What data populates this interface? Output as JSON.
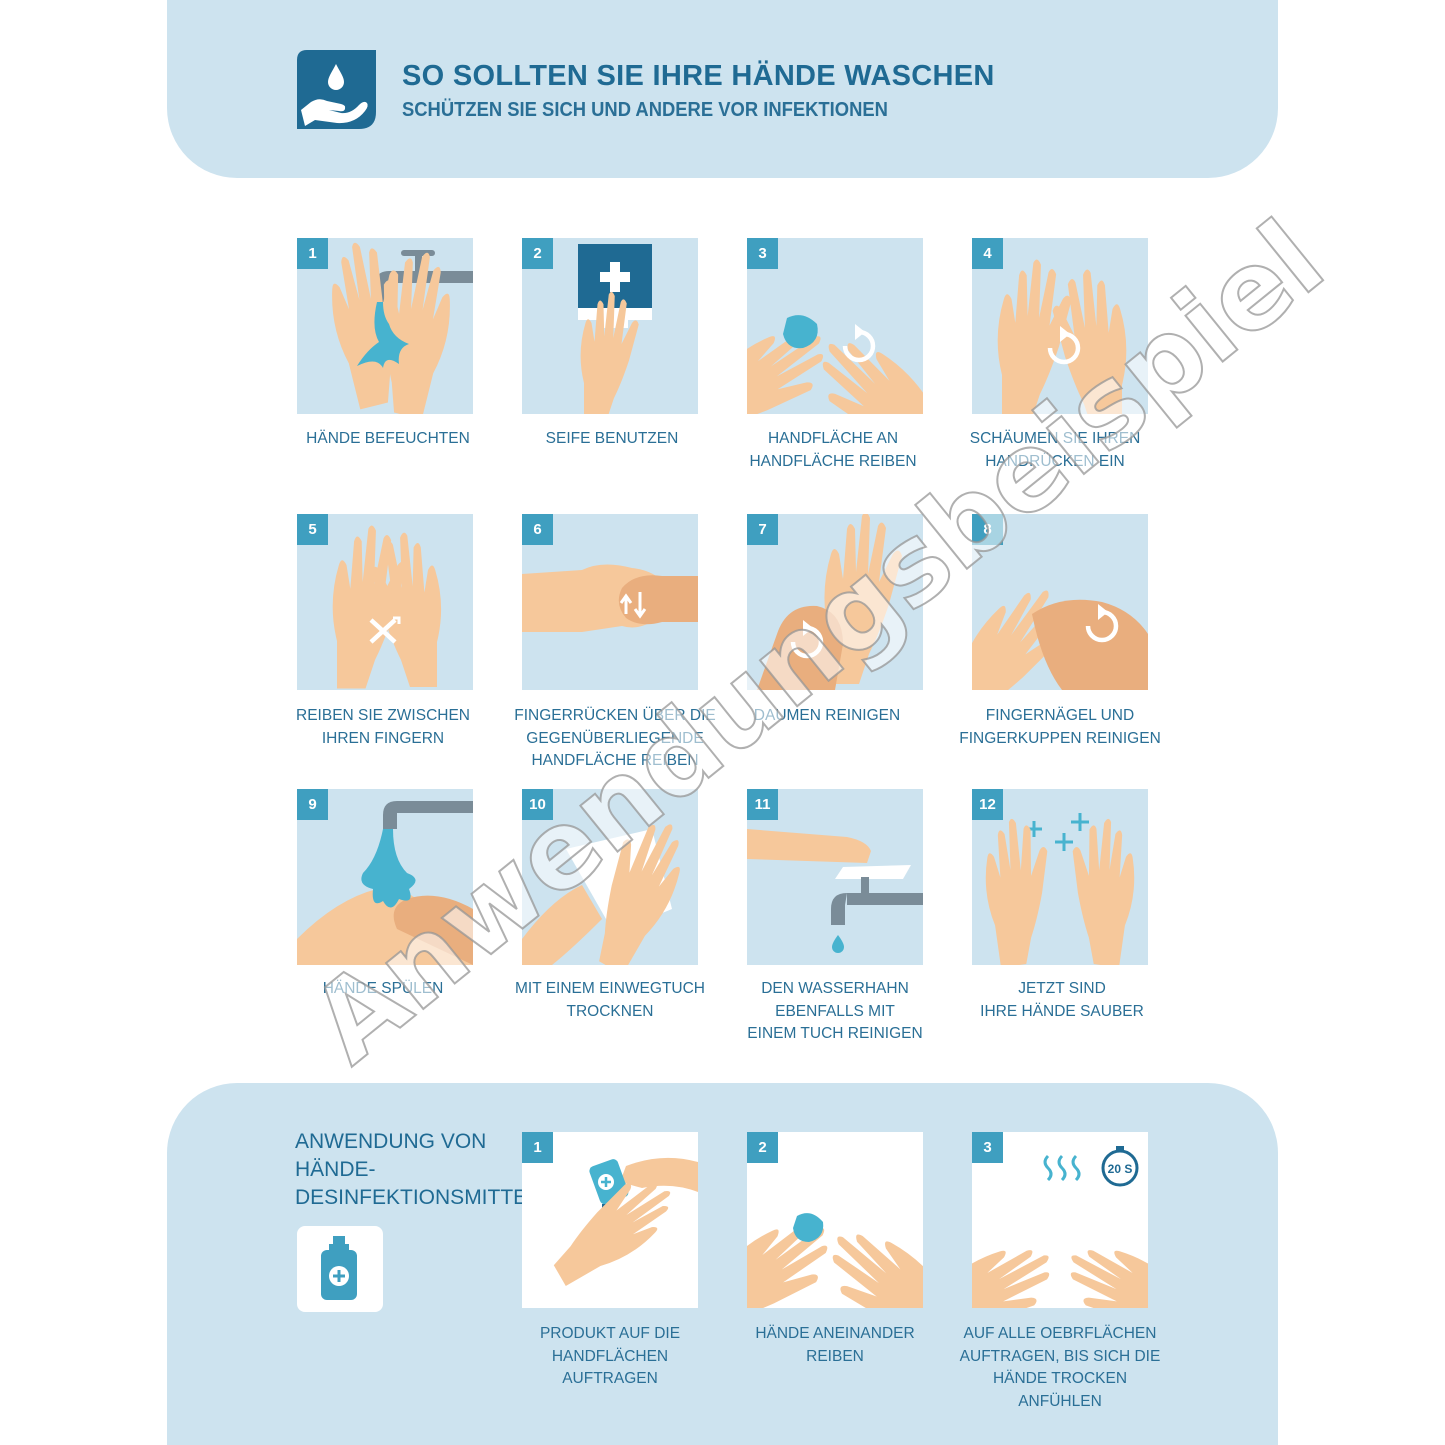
{
  "header": {
    "title": "SO SOLLTEN SIE IHRE HÄNDE WASCHEN",
    "subtitle": "SCHÜTZEN SIE SICH UND ANDERE VOR INFEKTIONEN",
    "icon": "hand-drop-icon"
  },
  "steps": [
    {
      "number": "1",
      "caption": "HÄNDE BEFEUCHTEN",
      "icon": "faucet-hands-icon"
    },
    {
      "number": "2",
      "caption": "SEIFE BENUTZEN",
      "icon": "soap-dispenser-icon"
    },
    {
      "number": "3",
      "caption": "HANDFLÄCHE AN\nHANDFLÄCHE REIBEN",
      "icon": "palm-rub-icon"
    },
    {
      "number": "4",
      "caption": "SCHÄUMEN SIE IHREN\nHANDRÜCKEN EIN",
      "icon": "back-of-hand-icon"
    },
    {
      "number": "5",
      "caption": "REIBEN SIE ZWISCHEN\nIHREN FINGERN",
      "icon": "interlaced-fingers-icon"
    },
    {
      "number": "6",
      "caption": "FINGERRÜCKEN ÜBER DIE\nGEGENÜBERLIEGENDE\nHANDFLÄCHE REIBEN",
      "icon": "knuckles-icon"
    },
    {
      "number": "7",
      "caption": "DAUMEN REINIGEN",
      "icon": "thumb-icon"
    },
    {
      "number": "8",
      "caption": "FINGERNÄGEL UND\nFINGERKUPPEN REINIGEN",
      "icon": "fingertips-icon"
    },
    {
      "number": "9",
      "caption": "HÄNDE SPÜLEN",
      "icon": "rinse-icon"
    },
    {
      "number": "10",
      "caption": "MIT EINEM EINWEGTUCH\nTROCKNEN",
      "icon": "towel-icon"
    },
    {
      "number": "11",
      "caption": "DEN WASSERHAHN\nEBENFALLS MIT\nEINEM TUCH REINIGEN",
      "icon": "faucet-towel-icon"
    },
    {
      "number": "12",
      "caption": "JETZT SIND\nIHRE HÄNDE SAUBER",
      "icon": "clean-hands-icon"
    }
  ],
  "disinfection": {
    "title": "ANWENDUNG VON\nHÄNDE-\nDESINFEKTIONSMITTEL",
    "icon": "sanitizer-bottle-icon",
    "steps": [
      {
        "number": "1",
        "caption": "PRODUKT AUF DIE\nHANDFLÄCHEN AUFTRAGEN",
        "icon": "pour-sanitizer-icon"
      },
      {
        "number": "2",
        "caption": "HÄNDE ANEINANDER REIBEN",
        "icon": "rub-hands-icon"
      },
      {
        "number": "3",
        "caption": "AUF ALLE OEBRFLÄCHEN\nAUFTRAGEN, BIS SICH DIE\nHÄNDE TROCKEN ANFÜHLEN",
        "icon": "dry-hands-timer-icon",
        "timer": "20 S"
      }
    ]
  },
  "watermark": "Anwendungsbeispiel",
  "colors": {
    "panel": "#cde3ef",
    "heading": "#1f6a93",
    "text": "#2a6f96",
    "badge": "#3f9fc0",
    "skin": "#f6c89b",
    "skin_shade": "#e9ae7e",
    "water": "#47b3cf",
    "faucet": "#7a8c98"
  }
}
